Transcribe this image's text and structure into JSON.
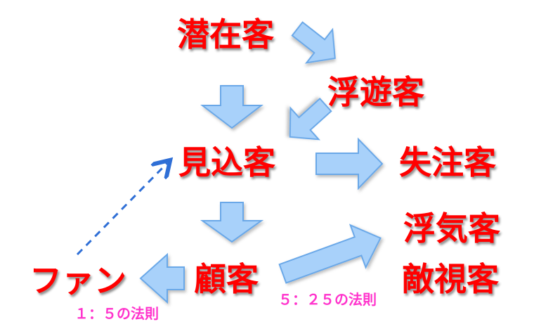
{
  "colors": {
    "node_text": "#ff0000",
    "rule_text": "#ff33cc",
    "arrow_fill": "#a8d1fa",
    "arrow_stroke": "#6aa8e8",
    "dashed": "#2f6fd6"
  },
  "nodes": {
    "potential": "潜在客",
    "floating": "浮遊客",
    "prospect": "見込客",
    "lost": "失注客",
    "fickle": "浮気客",
    "customer": "顧客",
    "hostile": "敵視客",
    "fan": "ファン"
  },
  "rules": {
    "one_to_five": "１：５の法則",
    "five_twenty_five": "５：２５の法則"
  }
}
